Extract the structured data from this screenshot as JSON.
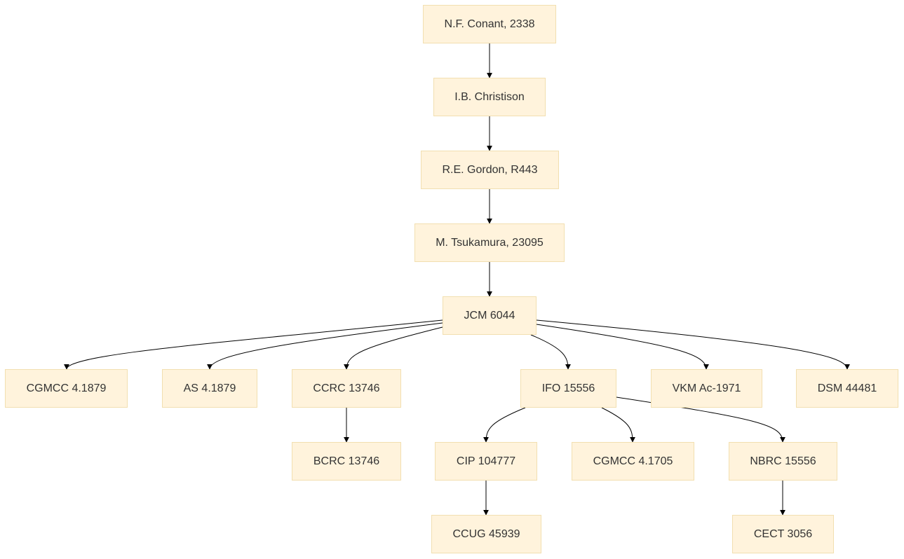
{
  "nodes": {
    "conant": "N.F. Conant, 2338",
    "christison": "I.B. Christison",
    "gordon": "R.E. Gordon, R443",
    "tsukamura": "M. Tsukamura, 23095",
    "jcm": "JCM 6044",
    "cgmcc1879": "CGMCC 4.1879",
    "as": "AS 4.1879",
    "ccrc": "CCRC 13746",
    "ifo": "IFO 15556",
    "vkm": "VKM Ac-1971",
    "dsm": "DSM 44481",
    "bcrc": "BCRC 13746",
    "cip": "CIP 104777",
    "cgmcc1705": "CGMCC 4.1705",
    "nbrc": "NBRC 15556",
    "ccug": "CCUG 45939",
    "cect": "CECT 3056"
  },
  "edges": [
    [
      "conant",
      "christison"
    ],
    [
      "christison",
      "gordon"
    ],
    [
      "gordon",
      "tsukamura"
    ],
    [
      "tsukamura",
      "jcm"
    ],
    [
      "jcm",
      "cgmcc1879"
    ],
    [
      "jcm",
      "as"
    ],
    [
      "jcm",
      "ccrc"
    ],
    [
      "jcm",
      "ifo"
    ],
    [
      "jcm",
      "vkm"
    ],
    [
      "jcm",
      "dsm"
    ],
    [
      "ccrc",
      "bcrc"
    ],
    [
      "ifo",
      "cip"
    ],
    [
      "ifo",
      "cgmcc1705"
    ],
    [
      "ifo",
      "nbrc"
    ],
    [
      "cip",
      "ccug"
    ],
    [
      "nbrc",
      "cect"
    ]
  ],
  "colors": {
    "node_fill": "#fff3dc",
    "node_border": "#f2dfb0",
    "edge": "#000000",
    "text": "#333333"
  }
}
